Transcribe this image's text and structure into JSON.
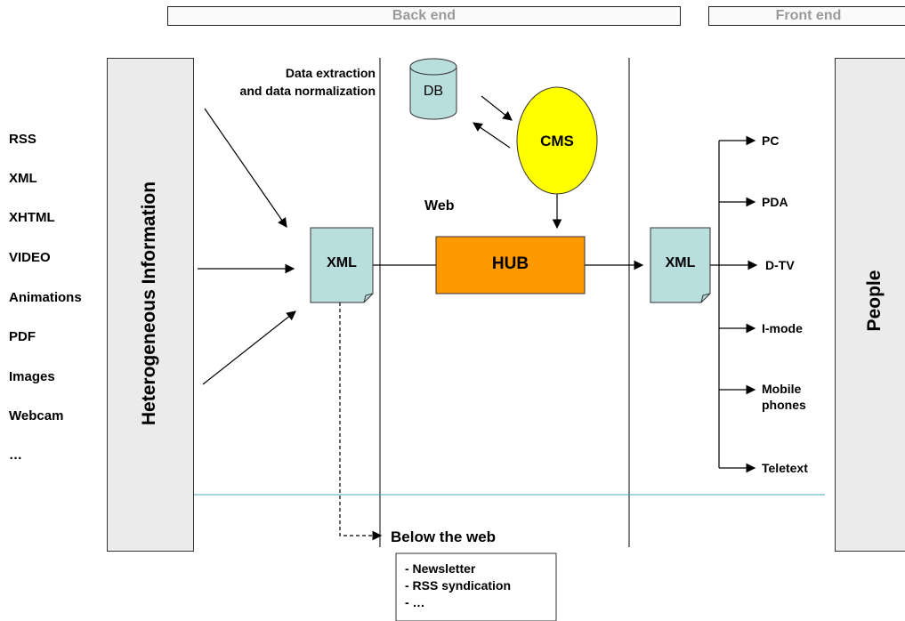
{
  "headers": {
    "back_end": "Back end",
    "front_end": "Front end"
  },
  "left_panel": "Heterogeneous Information",
  "right_panel": "People",
  "extraction_label": [
    "Data extraction",
    "and data normalization"
  ],
  "sources": [
    "RSS",
    "XML",
    "XHTML",
    "VIDEO",
    "Animations",
    "PDF",
    "Images",
    "Webcam",
    "…"
  ],
  "db": "DB",
  "cms": "CMS",
  "web_label": "Web",
  "xml_left": "XML",
  "hub": "HUB",
  "xml_right": "XML",
  "outputs": [
    "PC",
    "PDA",
    "D-TV",
    "I-mode",
    "Mobile phones",
    "Teletext"
  ],
  "below_web": "Below the web",
  "below_list": [
    "- Newsletter",
    "- RSS syndication",
    "- …"
  ],
  "colors": {
    "hub": "#ff9900",
    "cms": "#ffff00",
    "doc": "#b8dede",
    "db": "#b8dede",
    "panel": "#ebebeb",
    "hline": "#4aa8b8"
  }
}
